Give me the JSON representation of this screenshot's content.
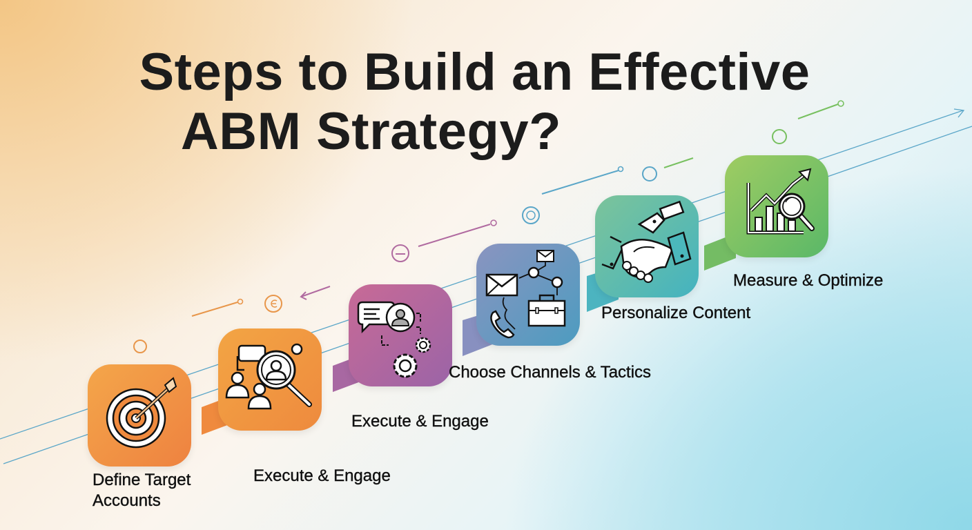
{
  "title": {
    "line1": "Steps to Build an Effective",
    "line2": "ABM Strategy?"
  },
  "steps": [
    {
      "label_line1": "Define Target",
      "label_line2": "Accounts",
      "icon": "target-icon",
      "color_start": "#f4a64a",
      "color_end": "#ee8240"
    },
    {
      "label": "Execute & Engage",
      "icon": "people-search-icon",
      "color_start": "#f3a544",
      "color_end": "#ee8a3e"
    },
    {
      "label": "Execute & Engage",
      "icon": "chat-gears-icon",
      "color_start": "#c86a96",
      "color_end": "#9b64a7"
    },
    {
      "label": "Choose Channels & Tactics",
      "icon": "channels-icon",
      "color_start": "#8a94c0",
      "color_end": "#4d9cc0"
    },
    {
      "label": "Personalize Content",
      "icon": "handshake-pen-icon",
      "color_start": "#7cc49a",
      "color_end": "#44b3c0"
    },
    {
      "label": "Measure & Optimize",
      "icon": "chart-magnifier-icon",
      "color_start": "#9fcc62",
      "color_end": "#5ab868"
    }
  ],
  "colors": {
    "orange": "#f29a45",
    "magenta": "#b06aa0",
    "blue": "#5a9ec4",
    "teal": "#4bb8bc",
    "green": "#78c060",
    "line_blue": "#5aa6c8",
    "text": "#1c1c1c"
  }
}
